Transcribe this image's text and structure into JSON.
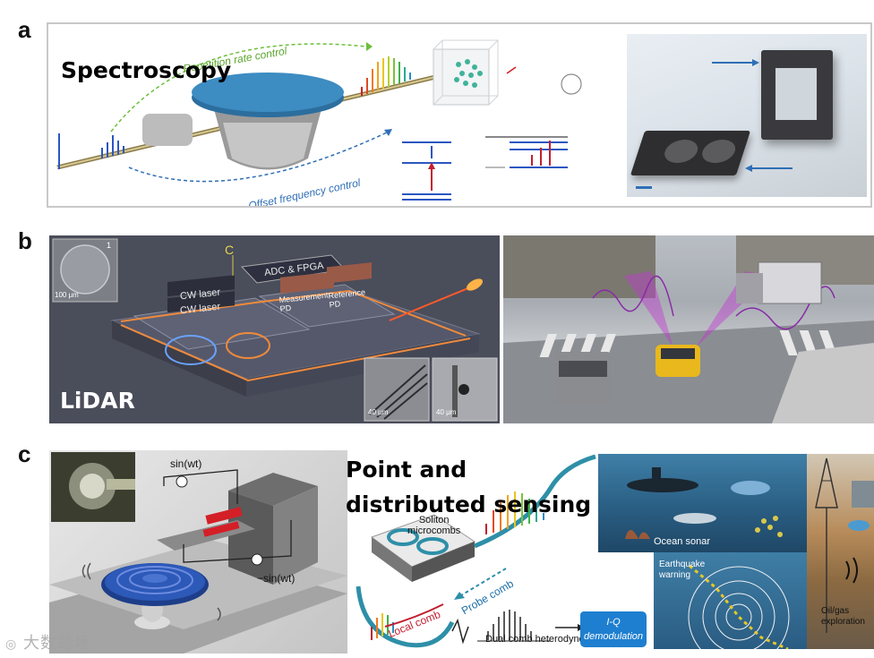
{
  "panels": {
    "a": {
      "letter": "a",
      "label": "Spectroscopy",
      "arrow_top": "Repetition rate control",
      "arrow_bottom": "Offset frequency control"
    },
    "b": {
      "letter": "b",
      "label": "LiDAR",
      "chip": {
        "marker_c": "C",
        "adc": "ADC & FPGA",
        "cw1": "CW laser",
        "cw2": "CW laser",
        "meas": "Measurement PD",
        "ref": "Reference PD",
        "inset_scale": "100 μm",
        "inset1_num": "1",
        "scale_a": "40 μm",
        "scale_b": "40 μm"
      }
    },
    "c": {
      "letter": "c",
      "label_line1": "Point and",
      "label_line2": "distributed sensing",
      "sin": "sin(wt)",
      "neg_sin": "−sin(wt)",
      "microcombs_line1": "Soliton",
      "microcombs_line2": "microcombs",
      "probe_comb": "Probe comb",
      "local_comb": "Local comb",
      "dual_comb": "Dual comb heterodyne",
      "iq_line1": "I-Q",
      "iq_line2": "demodulation",
      "ocean_sonar": "Ocean sonar",
      "earthquake_line1": "Earthquake",
      "earthquake_line2": "warning",
      "oil_line1": "Oil/gas",
      "oil_line2": "exploration"
    }
  },
  "watermark": "大数跨境",
  "colors": {
    "chip_bg": "#4a4d5a",
    "orange": "#f08a3c",
    "blue_arrow": "#2f6fb5",
    "green_arrow": "#6cbf3a",
    "teal": "#2e8fa8",
    "iq_box": "#1e7fd0"
  }
}
